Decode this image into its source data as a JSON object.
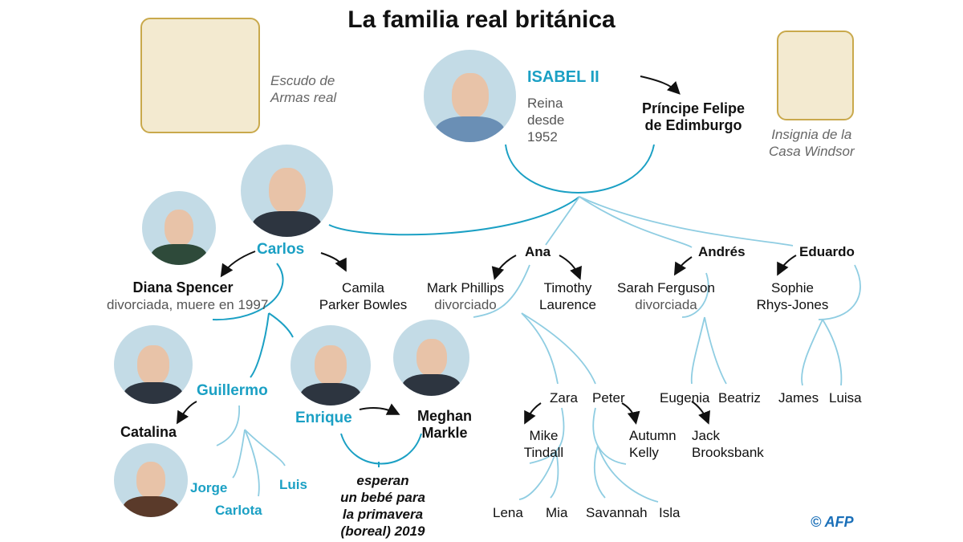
{
  "title": "La familia real británica",
  "coat_of_arms": "Escudo de Armas real",
  "coat_of_arms_lines": [
    "Escudo de",
    "Armas real"
  ],
  "windsor_lines": [
    "Insignia de la",
    "Casa Windsor"
  ],
  "isabel": {
    "name": "ISABEL II",
    "desc": [
      "Reina",
      "desde",
      "1952"
    ]
  },
  "felipe": [
    "Príncipe Felipe",
    "de Edimburgo"
  ],
  "carlos": "Carlos",
  "diana": {
    "name": "Diana Spencer",
    "desc": "divorciada, muere en 1997"
  },
  "camila": [
    "Camila",
    "Parker Bowles"
  ],
  "ana": "Ana",
  "andres": "Andrés",
  "eduardo": "Eduardo",
  "mark": {
    "name": "Mark Phillips",
    "desc": "divorciado"
  },
  "timothy": [
    "Timothy",
    "Laurence"
  ],
  "sarah": {
    "name": "Sarah Ferguson",
    "desc": "divorciada"
  },
  "sophie": [
    "Sophie",
    "Rhys-Jones"
  ],
  "guillermo": "Guillermo",
  "catalina": "Catalina",
  "enrique": "Enrique",
  "meghan": [
    "Meghan",
    "Markle"
  ],
  "baby_note": [
    "esperan",
    "un bebé para",
    "la primavera",
    "(boreal) 2019"
  ],
  "jorge": "Jorge",
  "carlota": "Carlota",
  "luis": "Luis",
  "zara": "Zara",
  "peter": "Peter",
  "eugenia": "Eugenia",
  "beatriz": "Beatriz",
  "james": "James",
  "luisa": "Luisa",
  "mike": [
    "Mike",
    "Tindall"
  ],
  "autumn": [
    "Autumn",
    "Kelly"
  ],
  "jack": [
    "Jack",
    "Brooksbank"
  ],
  "lena": "Lena",
  "mia": "Mia",
  "savannah": "Savannah",
  "isla": "Isla",
  "credit": "© AFP",
  "colors": {
    "teal": "#1ba0c4",
    "light_line": "#8fcde2"
  }
}
